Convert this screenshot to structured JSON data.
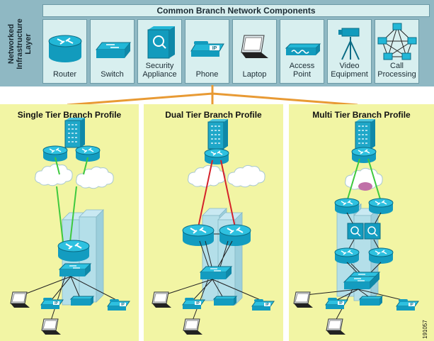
{
  "header": {
    "layer_label": "Networked\nInfrastructure\nLayer",
    "components_title": "Common Branch Network Components"
  },
  "components": [
    {
      "label": "Router",
      "icon": "router-icon"
    },
    {
      "label": "Switch",
      "icon": "switch-icon"
    },
    {
      "label": "Security\nAppliance",
      "icon": "security-appliance-icon"
    },
    {
      "label": "Phone",
      "icon": "ip-phone-icon"
    },
    {
      "label": "Laptop",
      "icon": "laptop-icon"
    },
    {
      "label": "Access\nPoint",
      "icon": "access-point-icon"
    },
    {
      "label": "Video\nEquipment",
      "icon": "video-camera-icon"
    },
    {
      "label": "Call\nProcessing",
      "icon": "call-processing-icon"
    }
  ],
  "profiles": [
    {
      "title": "Single Tier Branch Profile"
    },
    {
      "title": "Dual Tier Branch Profile"
    },
    {
      "title": "Multi Tier Branch Profile"
    }
  ],
  "figure_id": "191057",
  "colors": {
    "band": "#8fb8c3",
    "tile": "#d8efef",
    "panel": "#f2f5a4",
    "connector": "#e89a34",
    "device": "#19a9c9",
    "wan_green": "#3ec93e",
    "wan_red": "#d4222a"
  }
}
